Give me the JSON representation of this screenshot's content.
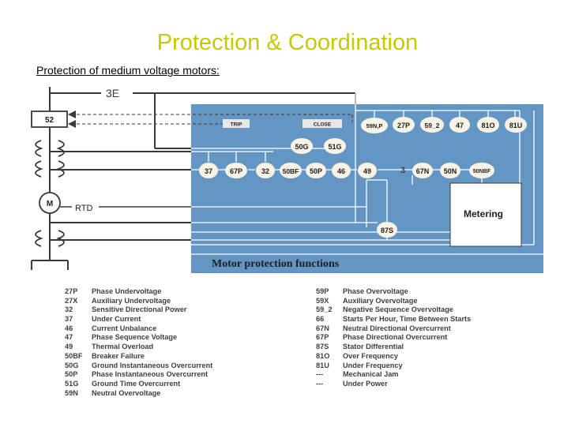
{
  "title": "Protection & Coordination",
  "subtitle": "Protection of medium voltage motors:",
  "diagram": {
    "panel_title": "Motor protection functions",
    "metering": "Metering",
    "breaker": "52",
    "rtd": "RTD",
    "motor": "M",
    "trip": "TRIP",
    "close": "CLOSE",
    "pt_symbol": "3E",
    "current_junction": "3",
    "top_row": [
      "59N,P",
      "27P",
      "59_2",
      "47",
      "81O",
      "81U"
    ],
    "ground_row": [
      "50G",
      "51G"
    ],
    "main_row": [
      "37",
      "67P",
      "32",
      "50BF",
      "50P",
      "46",
      "49"
    ],
    "directional_row": [
      "67N",
      "50N",
      "50NBF"
    ],
    "differential": "87S",
    "colors": {
      "panel": "#6496c3",
      "node": "#f8f3e6",
      "title": "#c8c800",
      "wire": "#3a3a3a",
      "panel_wire": "#ffffff"
    }
  },
  "legend_left": [
    {
      "code": "27P",
      "desc": "Phase Undervoltage"
    },
    {
      "code": "27X",
      "desc": "Auxiliary Undervoltage"
    },
    {
      "code": "32",
      "desc": "Sensitive Directional Power"
    },
    {
      "code": "37",
      "desc": "Under Current"
    },
    {
      "code": "46",
      "desc": "Current Unbalance"
    },
    {
      "code": "47",
      "desc": "Phase Sequence Voltage"
    },
    {
      "code": "49",
      "desc": "Thermal Overload"
    },
    {
      "code": "50BF",
      "desc": "Breaker Failure"
    },
    {
      "code": "50G",
      "desc": "Ground Instantaneous Overcurrent"
    },
    {
      "code": "50P",
      "desc": "Phase Instantaneous Overcurrent"
    },
    {
      "code": "51G",
      "desc": "Ground Time Overcurrent"
    },
    {
      "code": "59N",
      "desc": "Neutral Overvoltage"
    }
  ],
  "legend_right": [
    {
      "code": "59P",
      "desc": "Phase Overvoltage"
    },
    {
      "code": "59X",
      "desc": "Auxiliary Overvoltage"
    },
    {
      "code": "59_2",
      "desc": "Negative Sequence Overvoltage"
    },
    {
      "code": "66",
      "desc": "Starts Per Hour, Time Between Starts"
    },
    {
      "code": "67N",
      "desc": "Neutral Directional Overcurrent"
    },
    {
      "code": "67P",
      "desc": "Phase Directional Overcurrent"
    },
    {
      "code": "87S",
      "desc": "Stator Differential"
    },
    {
      "code": "81O",
      "desc": "Over Frequency"
    },
    {
      "code": "81U",
      "desc": "Under Frequency"
    },
    {
      "code": "---",
      "desc": "Mechanical Jam"
    },
    {
      "code": "---",
      "desc": "Under Power"
    }
  ]
}
